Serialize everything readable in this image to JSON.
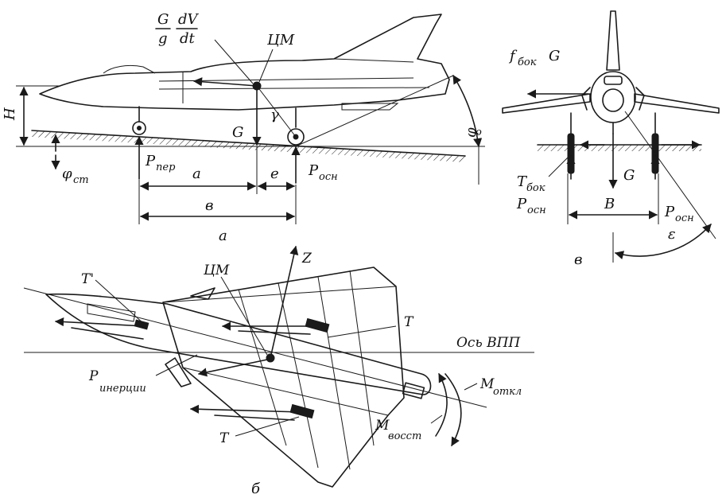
{
  "labels": {
    "g_over_g": "G",
    "g_small": "g",
    "dv": "dV",
    "dt": "dt",
    "cm_a": "ЦМ",
    "h": "H",
    "gamma": "γ",
    "g_weight_a": "G",
    "phi_o": "φ",
    "phi_o_sub": "о",
    "phi_st": "φ",
    "phi_st_sub": "ст",
    "p_per": "P",
    "p_per_sub": "пер",
    "a_dim": "a",
    "e_dim": "e",
    "p_osn_a": "P",
    "p_osn_a_sub": "осн",
    "b_dim": "в",
    "panel_a": "а",
    "f_bok": "f",
    "f_bok_sub": "бок",
    "f_bok_g": "G",
    "t_bok": "T",
    "t_bok_sub": "бок",
    "p_osn_left": "P",
    "p_osn_left_sub": "осн",
    "g_weight_v": "G",
    "b_track": "B",
    "p_osn_right": "P",
    "p_osn_right_sub": "осн",
    "epsilon": "ε",
    "panel_v": "в",
    "z_force": "Z",
    "cm_b": "ЦМ",
    "t_prime": "T'",
    "t_upper": "T",
    "runway_axis": "Ось ВПП",
    "p_inertia": "P",
    "p_inertia_sub": "инерции",
    "m_otkl": "M",
    "m_otkl_sub": "откл",
    "m_vosst": "M",
    "m_vosst_sub": "восст",
    "t_lower": "T",
    "panel_b": "б"
  },
  "icons": {
    "side_aircraft": "delta-wing-jet-side-view-icon",
    "front_aircraft": "delta-wing-jet-front-view-icon",
    "top_aircraft": "delta-wing-jet-top-view-icon"
  },
  "colors": {
    "ink": "#1a1a1a",
    "paper": "#ffffff"
  }
}
